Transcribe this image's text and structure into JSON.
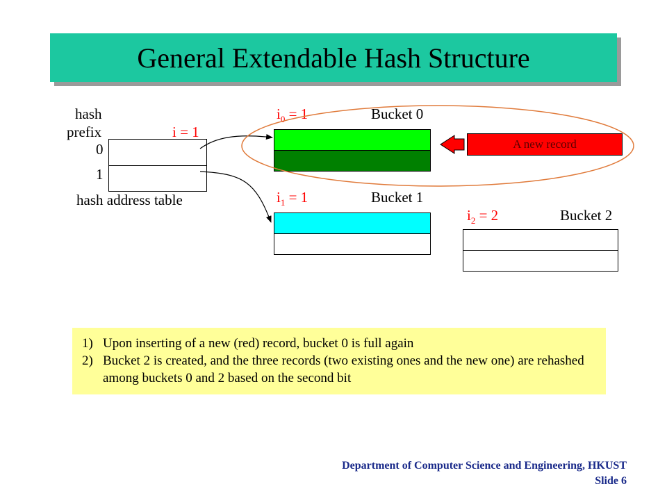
{
  "title": "General Extendable Hash Structure",
  "hash_table": {
    "label_line1": "hash",
    "label_line2": "prefix",
    "global_depth": "i = 1",
    "prefixes": [
      "0",
      "1"
    ],
    "caption": "hash address table"
  },
  "buckets": [
    {
      "depth_var": "i",
      "depth_sub": "0",
      "depth_val": " = 1",
      "name": "Bucket 0"
    },
    {
      "depth_var": "i",
      "depth_sub": "1",
      "depth_val": " = 1",
      "name": "Bucket 1"
    },
    {
      "depth_var": "i",
      "depth_sub": "2",
      "depth_val": " = 2",
      "name": "Bucket 2"
    }
  ],
  "new_record_label": "A new record",
  "notes": [
    {
      "num": "1)",
      "text": "Upon inserting of a new (red) record, bucket 0 is full again"
    },
    {
      "num": "2)",
      "text": "Bucket 2 is created, and the three records (two existing ones and the new one) are rehashed among buckets 0 and 2 based on the second bit"
    }
  ],
  "footer": {
    "line1": "Department of Computer Science and Engineering, HKUST",
    "line2": "Slide 6"
  },
  "colors": {
    "title_bg": "#1cc8a0",
    "bucket0_slot0": "#00ff00",
    "bucket0_slot1": "#008000",
    "bucket1_slot0": "#00ffff",
    "new_record": "#ff0000",
    "notes_bg": "#ffff99",
    "footer_text": "#1a2a8a"
  }
}
